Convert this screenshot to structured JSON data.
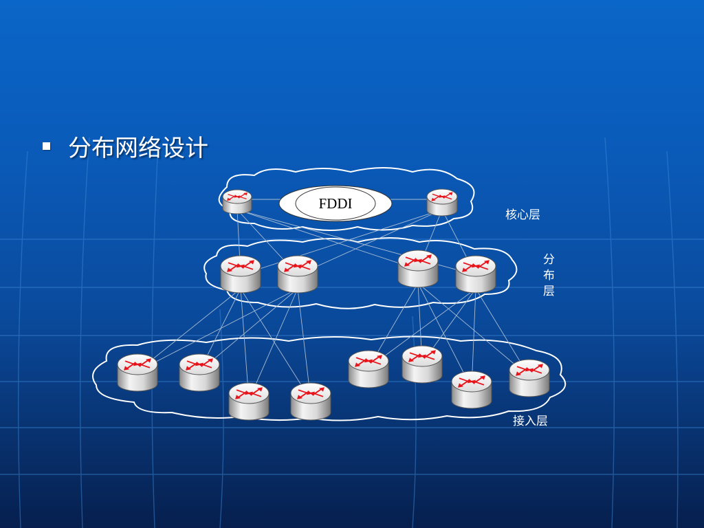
{
  "slide": {
    "title": "分布网络设计"
  },
  "diagram": {
    "fddi_label": "FDDI",
    "layers": {
      "core": "核心层",
      "distribution": "分布层",
      "access": "接入层"
    },
    "colors": {
      "cloud_stroke": "#ffffff",
      "router_arrow": "#e8141c",
      "link": "#9fb4cc"
    }
  }
}
